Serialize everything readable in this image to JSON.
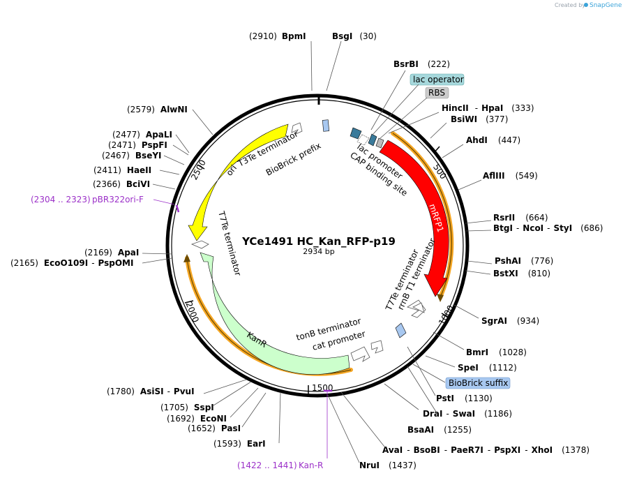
{
  "credit": {
    "prefix": "Created by",
    "brand": "SnapGene"
  },
  "plasmid": {
    "name": "YCe1491 HC_Kan_RFP-p19",
    "size": "2934 bp"
  },
  "ticks": [
    "500",
    "1000",
    "1500",
    "2000",
    "2500"
  ],
  "features": {
    "mrfp1": "mRFP1",
    "kanr": "KanR",
    "ori": "ori",
    "lac_promoter": "lac promoter",
    "cap_site": "CAP binding site",
    "t3te": "T3Te terminator",
    "biobrick_prefix": "BioBrick prefix",
    "t7te_top": "T7Te terminator",
    "rrnb": "rrnB T1 terminator",
    "t7te_left": "T7Te terminator",
    "tonb": "tonB terminator",
    "cat_promoter": "cat promoter"
  },
  "callouts": {
    "lac_operator": "lac operator",
    "rbs": "RBS",
    "biobrick_suffix": "BioBrick suffix"
  },
  "primers": {
    "pbr322": {
      "range": "(2304 .. 2323)",
      "name": "pBR322ori-F"
    },
    "kanr": {
      "range": "(1422 .. 1441)",
      "name": "Kan-R"
    }
  },
  "enzymes": {
    "bpmi": {
      "pos": "(2910)",
      "name": "BpmI"
    },
    "bsgi": {
      "name": "BsgI",
      "pos": "(30)"
    },
    "bsrbi": {
      "name": "BsrBI",
      "pos": "(222)"
    },
    "hincii": {
      "name": "HincII",
      "sep": "-",
      "name2": "HpaI",
      "pos": "(333)"
    },
    "bsiwi": {
      "name": "BsiWI",
      "pos": "(377)"
    },
    "ahdi": {
      "name": "AhdI",
      "pos": "(447)"
    },
    "afliii": {
      "name": "AflIII",
      "pos": "(549)"
    },
    "rsrii": {
      "name": "RsrII",
      "pos": "(664)"
    },
    "btgi": {
      "name": "BtgI",
      "sep": "-",
      "name2": "NcoI",
      "sep2": "-",
      "name3": "StyI",
      "pos": "(686)"
    },
    "pshai": {
      "name": "PshAI",
      "pos": "(776)"
    },
    "bstxi": {
      "name": "BstXI",
      "pos": "(810)"
    },
    "sgrai": {
      "name": "SgrAI",
      "pos": "(934)"
    },
    "bmri": {
      "name": "BmrI",
      "pos": "(1028)"
    },
    "spei": {
      "name": "SpeI",
      "pos": "(1112)"
    },
    "psti": {
      "name": "PstI",
      "pos": "(1130)"
    },
    "drai": {
      "name": "DraI",
      "sep": "-",
      "name2": "SwaI",
      "pos": "(1186)"
    },
    "bsaai": {
      "name": "BsaAI",
      "pos": "(1255)"
    },
    "avai": {
      "name": "AvaI",
      "sep": "-",
      "name2": "BsoBI",
      "sep2": "-",
      "name3": "PaeR7I",
      "sep3": "-",
      "name4": "PspXI",
      "sep4": "-",
      "name5": "XhoI",
      "pos": "(1378)"
    },
    "nrui": {
      "name": "NruI",
      "pos": "(1437)"
    },
    "eari": {
      "pos": "(1593)",
      "name": "EarI"
    },
    "pasi": {
      "pos": "(1652)",
      "name": "PasI"
    },
    "econi": {
      "pos": "(1692)",
      "name": "EcoNI"
    },
    "sspi": {
      "pos": "(1705)",
      "name": "SspI"
    },
    "asisi": {
      "pos": "(1780)",
      "name": "AsiSI",
      "sep": "-",
      "name2": "PvuI"
    },
    "ecoo109i": {
      "pos": "(2165)",
      "name": "EcoO109I",
      "sep": "-",
      "name2": "PspOMI"
    },
    "apai": {
      "pos": "(2169)",
      "name": "ApaI"
    },
    "bcivi": {
      "pos": "(2366)",
      "name": "BciVI"
    },
    "haeii": {
      "pos": "(2411)",
      "name": "HaeII"
    },
    "bseyi": {
      "pos": "(2467)",
      "name": "BseYI"
    },
    "pspfi": {
      "pos": "(2471)",
      "name": "PspFI"
    },
    "apali": {
      "pos": "(2477)",
      "name": "ApaLI"
    },
    "alwni": {
      "pos": "(2579)",
      "name": "AlwNI"
    }
  },
  "colors": {
    "backbone": "#000000",
    "mrfp1": "#ff0000",
    "kanr": "#ccffcc",
    "ori": "#ffff00",
    "orange_band": "#f5a623",
    "lac_operator": "#a6d8dc",
    "rbs": "#cccccc",
    "biobrick": "#a8c8f0",
    "primer": "#9b30c8"
  }
}
